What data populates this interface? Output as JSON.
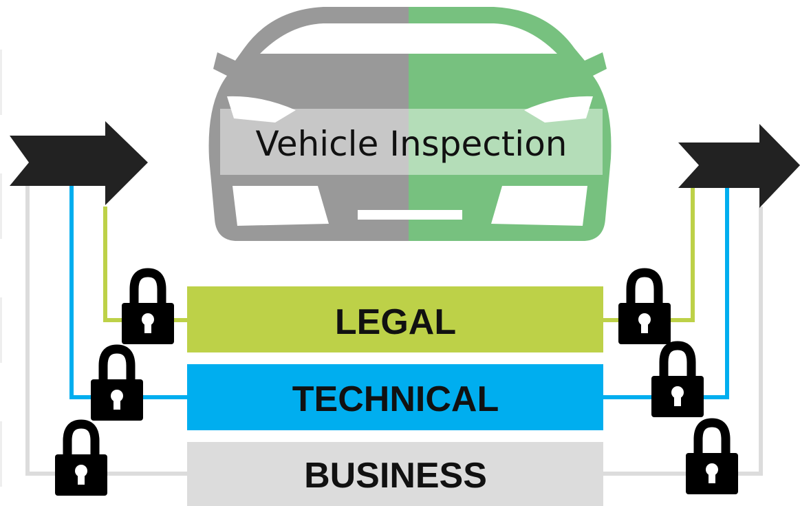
{
  "title": "Vehicle Inspection",
  "layers": [
    {
      "key": "legal",
      "label": "LEGAL",
      "color": "#bdd148"
    },
    {
      "key": "technical",
      "label": "TECHNICAL",
      "color": "#00aeef"
    },
    {
      "key": "business",
      "label": "BUSINESS",
      "color": "#dcdcdc"
    }
  ],
  "colors": {
    "car_left": "#999999",
    "car_right": "#77c17f",
    "arrow": "#222222",
    "lock": "#000000"
  },
  "icons": {
    "entry": "arrow-right-icon",
    "exit": "arrow-right-icon",
    "lock": "padlock-icon",
    "vehicle": "car-icon"
  }
}
